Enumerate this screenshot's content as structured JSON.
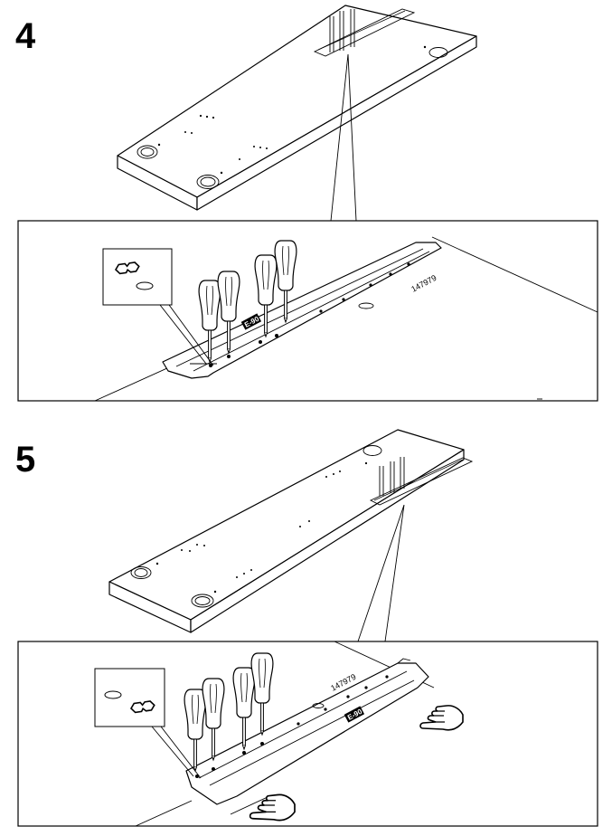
{
  "steps": [
    {
      "number": "4",
      "part_number": "147979"
    },
    {
      "number": "5",
      "part_number": "147979"
    }
  ],
  "icons": {
    "screwdriver": "screwdriver-icon",
    "hand": "pointing-hand-icon",
    "screw": "screw-icon",
    "hole": "hole-icon"
  },
  "colors": {
    "ink": "#000000",
    "paper": "#ffffff"
  }
}
